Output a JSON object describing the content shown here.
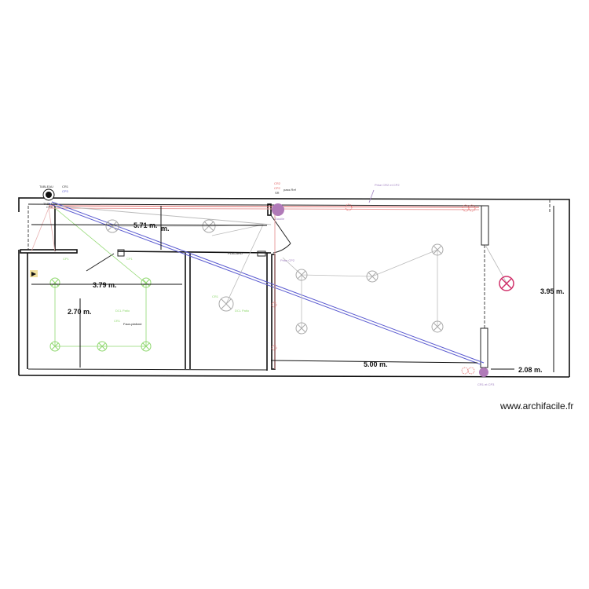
{
  "dimensions": {
    "top_width": "5.71 m.",
    "top_width_dup": "m.",
    "room1_width": "3.79 m.",
    "room1_height": "2.70 m.",
    "main_room_width": "5.00 m.",
    "main_room_height": "3.95 m.",
    "side_width": "2.08 m."
  },
  "labels": {
    "panel_top": "TABLEAU",
    "panel_code1": "CR1",
    "panel_code2": "CP3",
    "panel_sub": "TABLEAU",
    "panel_sub2": "CP4",
    "cr2": "CR2",
    "cp2": "CP2",
    "sr": "SR",
    "pass_text": "pass Ref",
    "wire_note": "Prise CR2 et CP2",
    "socket_label": "Douille",
    "prise_label": "Prise CP2",
    "placard": "PLACARD",
    "cp1_a": "CP1",
    "cp1_b": "CP1",
    "dcl_room1": "DCL Patio",
    "cp1_room1": "CR1",
    "faux_plafond": "Faux-plafond",
    "cp1_room2": "CR1",
    "dcl_room2": "DCL Patio",
    "bottom_code": "CR1 et CP3",
    "watermark": "www.archifacile.fr"
  },
  "colors": {
    "wall": "#111111",
    "power_line": "#e06060",
    "data_line": "#5a5ad0",
    "lighting_green": "#90d870",
    "lighting_grey": "#aaaaaa",
    "emergency_light": "#d0306a",
    "socket_fill": "#b07ab8"
  }
}
